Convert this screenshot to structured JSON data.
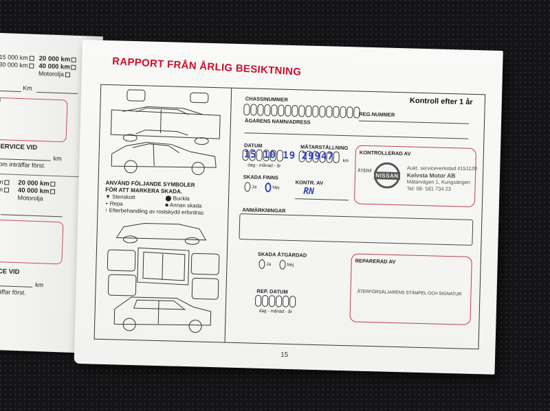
{
  "left_page": {
    "top_block": {
      "items": [
        "15 000 km",
        "30 000 km",
        "20 000 km",
        "40 000 km",
        "Motorolja"
      ],
      "km_label": "Km",
      "ref": "el"
    },
    "service_heading_1": "SERVICE VID",
    "service_note_1": "nom inträffar först.",
    "km_unit": "km",
    "mid_block": {
      "items": [
        "km",
        "km",
        "20 000 km",
        "40 000 km",
        "Motorolja"
      ],
      "ref": "n"
    },
    "service_heading_2": "VICE VID",
    "service_note_2": "nträffar först."
  },
  "title": "RAPPORT FRÅN ÅRLIG BESIKTNING",
  "subtitle": "Kontroll efter 1 år",
  "legend": {
    "heading_1": "ANVÄND FÖLJANDE SYMBOLER",
    "heading_2": "FÖR ATT MARKERA SKADA.",
    "items": [
      {
        "symbol": "▼",
        "label": "Stenskott"
      },
      {
        "symbol": "⬤",
        "label": "Buckla"
      },
      {
        "symbol": "+",
        "label": "Repa"
      },
      {
        "symbol": "■",
        "label": "Annan skada"
      }
    ],
    "treatment_symbol": "↑",
    "treatment": "Efterbehandling av rostskydd erfordras"
  },
  "form": {
    "chassis_label": "CHASSINUMMER",
    "reg_label": "REG.NUMMER",
    "owner_label": "ÄGARENS NAMN/ADRESS",
    "date_label": "DATUM",
    "date_value": "15 10 19",
    "date_format": "dag - månad - år",
    "odometer_label": "MÄTARSTÄLLNING",
    "odometer_value": "29947",
    "km_unit": "km",
    "controlled_label": "KONTROLLERAD AV",
    "controlled_prefix": "ÅTERF",
    "damage_found_label": "SKADA FINNS",
    "yes": "Ja",
    "no": "Nej",
    "contr_label": "KONTR. AV",
    "contr_value": "RN",
    "remarks_label": "ANMÄRKNINGAR",
    "damage_fixed_label": "SKADA ÅTGÄRDAD",
    "repaired_label": "REPARERAD AV",
    "rep_date_label": "REP. DATUM",
    "rep_date_format": "dag - månad - år",
    "stamp_note": "ÅTERFÖRSÄLJARENS STÄMPEL OCH SIGNATUR"
  },
  "stamp": {
    "logo_text": "NISSAN",
    "line_1": "Aukt. serviceverkstad #151120",
    "line_2": "Kelvsta Motor AB",
    "line_3": "Mätarvägen 1, Kungsängen",
    "line_4": "Tel: 08- 581 734 23"
  },
  "page_number": "15",
  "colors": {
    "brand_red": "#c8102e",
    "ink_blue": "#2d3fb8",
    "frame_red": "#b8404f"
  }
}
